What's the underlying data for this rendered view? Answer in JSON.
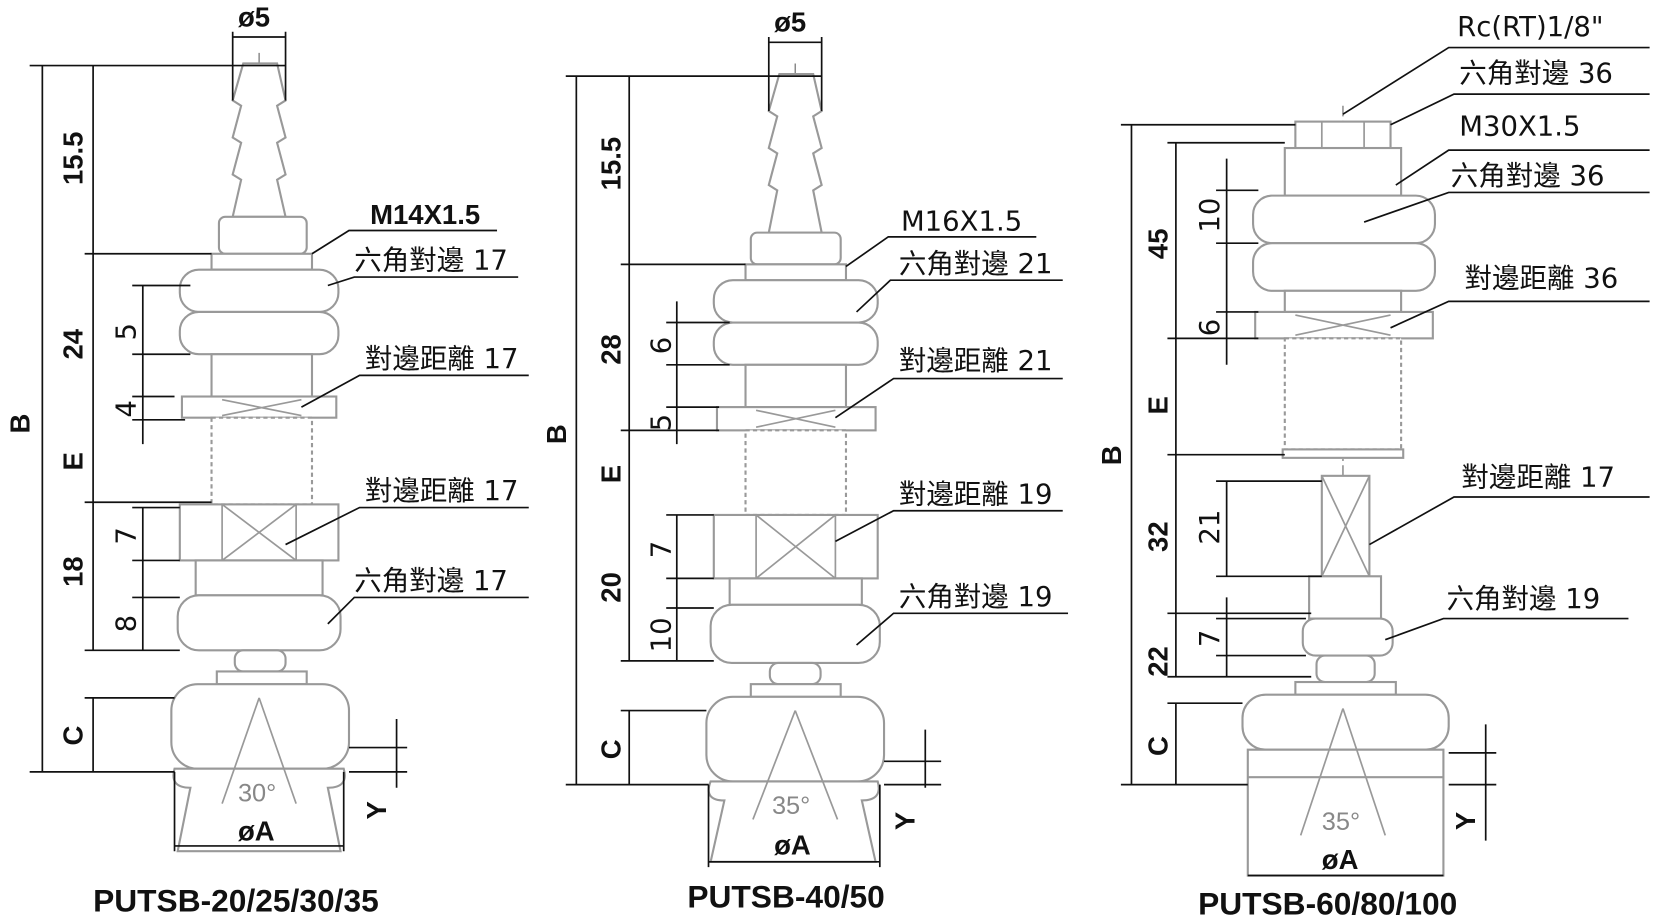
{
  "drawings": [
    {
      "title": "PUTSB-20/25/30/35",
      "dia_top": "ø5",
      "dims": {
        "a": "15.5",
        "b": "24",
        "e": "E",
        "f": "18",
        "B": "B",
        "C": "C",
        "Y": "Y",
        "n5": "5",
        "n4": "4",
        "n7": "7",
        "n8": "8"
      },
      "labels": [
        "M14X1.5",
        "六角對邊 17",
        "對邊距離 17",
        "對邊距離 17",
        "六角對邊 17"
      ],
      "angle": "30°",
      "dia_bottom": "øA"
    },
    {
      "title": "PUTSB-40/50",
      "dia_top": "ø5",
      "dims": {
        "a": "15.5",
        "b": "28",
        "e": "E",
        "f": "20",
        "B": "B",
        "C": "C",
        "Y": "Y",
        "n6": "6",
        "n5": "5",
        "n7": "7",
        "n10": "10"
      },
      "labels": [
        "M16X1.5",
        "六角對邊 21",
        "對邊距離 21",
        "對邊距離 19",
        "六角對邊  19"
      ],
      "angle": "35°",
      "dia_bottom": "øA"
    },
    {
      "title": "PUTSB-60/80/100",
      "dims": {
        "a": "45",
        "e": "E",
        "f": "32",
        "g": "22",
        "B": "B",
        "C": "C",
        "Y": "Y",
        "n10": "10",
        "n6": "6",
        "n21": "21",
        "n7": "7"
      },
      "labels": [
        "Rc(RT)1/8\"",
        "六角對邊 36",
        "M30X1.5",
        "六角對邊 36",
        "對邊距離 36",
        "對邊距離 17",
        "六角對邊  19"
      ],
      "angle": "35°",
      "dia_bottom": "øA"
    }
  ]
}
